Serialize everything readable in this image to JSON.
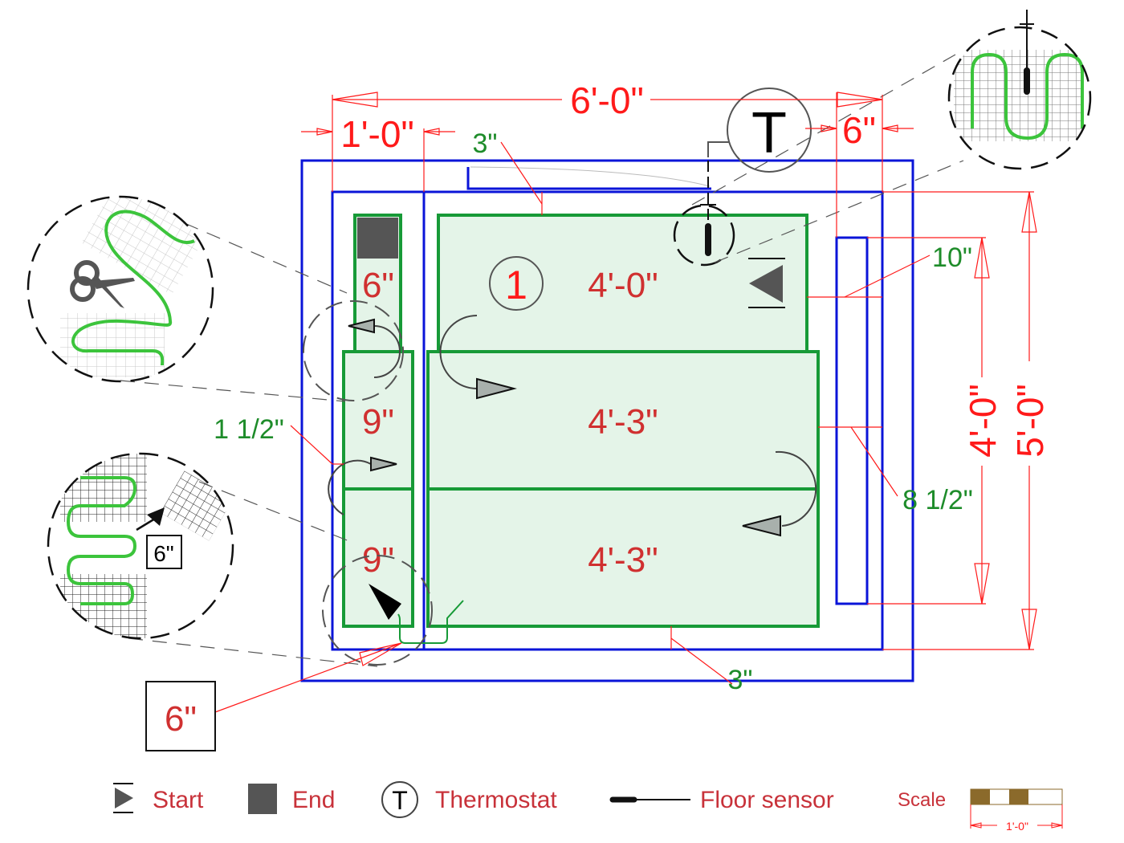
{
  "title": "Floor heating mat layout plan",
  "colors": {
    "wall": "#0a14d8",
    "mat_border": "#179a37",
    "mat_fill": "#e4f4e8",
    "dimension_red": "#ff1a1a",
    "label_red": "#d03030",
    "dimension_green": "#1e8c2a",
    "heating_cable": "#3cc43c",
    "end_block": "#555555",
    "arrow_fill": "#a8b0ac",
    "scale_brown": "#8b6a2b"
  },
  "dimensions": {
    "overall_width": "6'-0\"",
    "left_strip_width": "1'-0\"",
    "right_offset": "6\"",
    "top_gap": "3\"",
    "bottom_gap": "3\"",
    "right_gap_top": "10\"",
    "right_gap_lower": "8 1/2\"",
    "left_gap": "1 1/2\"",
    "inner_height": "4'-0\"",
    "overall_height": "5'-0\"",
    "boxed_cut": "6\""
  },
  "mats": [
    {
      "id": "mat-top",
      "label": "4'-0\""
    },
    {
      "id": "mat-middle",
      "label": "4'-3\""
    },
    {
      "id": "mat-bottom",
      "label": "4'-3\""
    },
    {
      "id": "strip-top",
      "label": "6\""
    },
    {
      "id": "strip-middle",
      "label": "9\""
    },
    {
      "id": "strip-bottom",
      "label": "9\""
    }
  ],
  "zone_number": "1",
  "thermostat_symbol": "T",
  "details": {
    "cut_detail": "scissors-cut-mat",
    "turn_detail_label": "6\"",
    "sensor_detail": "floor-sensor-between-cable"
  },
  "legend": [
    {
      "icon": "start-icon",
      "label": "Start"
    },
    {
      "icon": "end-icon",
      "label": "End"
    },
    {
      "icon": "thermostat-icon",
      "label": "Thermostat",
      "symbol": "T"
    },
    {
      "icon": "floor-sensor-icon",
      "label": "Floor sensor"
    }
  ],
  "scale": {
    "label": "Scale",
    "length": "1'-0\""
  }
}
